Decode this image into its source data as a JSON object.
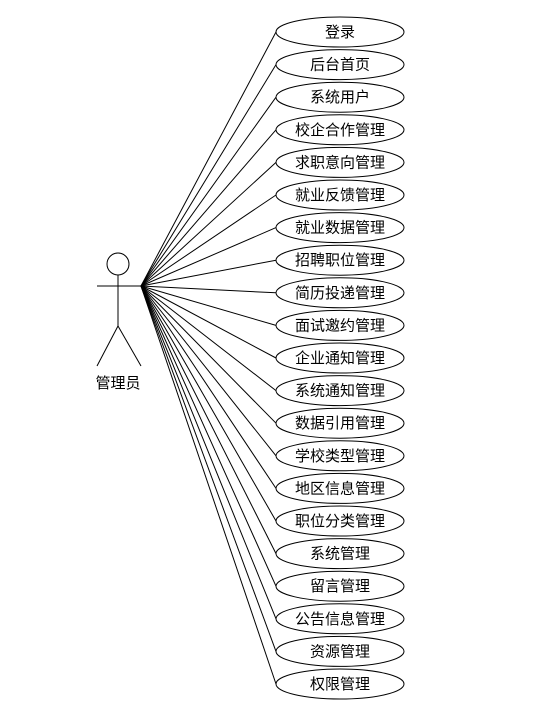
{
  "actor": {
    "label": "管理员"
  },
  "use_cases": [
    "登录",
    "后台首页",
    "系统用户",
    "校企合作管理",
    "求职意向管理",
    "就业反馈管理",
    "就业数据管理",
    "招聘职位管理",
    "简历投递管理",
    "面试邀约管理",
    "企业通知管理",
    "系统通知管理",
    "数据引用管理",
    "学校类型管理",
    "地区信息管理",
    "职位分类管理",
    "系统管理",
    "留言管理",
    "公告信息管理",
    "资源管理",
    "权限管理"
  ]
}
